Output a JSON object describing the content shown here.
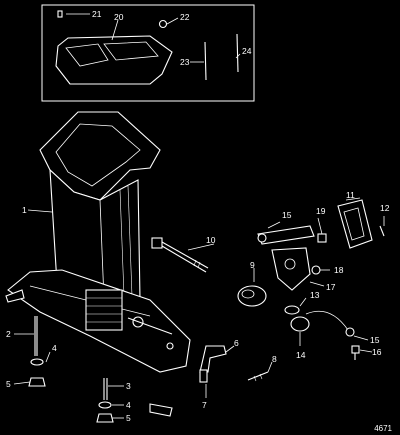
{
  "figure_number": "4671",
  "colors": {
    "background": "#000000",
    "line": "#ffffff"
  },
  "callouts": [
    "1",
    "2",
    "3",
    "4",
    "5",
    "6",
    "7",
    "8",
    "9",
    "10",
    "11",
    "12",
    "13",
    "14",
    "15",
    "16",
    "17",
    "18",
    "19",
    "20",
    "21",
    "22",
    "23",
    "24"
  ],
  "parts": [
    {
      "ref": "1",
      "kind": "driveshaft-housing"
    },
    {
      "ref": "2",
      "kind": "stud"
    },
    {
      "ref": "3",
      "kind": "stud"
    },
    {
      "ref": "4",
      "kind": "washer"
    },
    {
      "ref": "5",
      "kind": "nut"
    },
    {
      "ref": "6",
      "kind": "hose"
    },
    {
      "ref": "7",
      "kind": "fitting"
    },
    {
      "ref": "8",
      "kind": "screw"
    },
    {
      "ref": "9",
      "kind": "mount"
    },
    {
      "ref": "10",
      "kind": "bolt"
    },
    {
      "ref": "11",
      "kind": "plate"
    },
    {
      "ref": "12",
      "kind": "screw"
    },
    {
      "ref": "13",
      "kind": "washer"
    },
    {
      "ref": "14",
      "kind": "mount"
    },
    {
      "ref": "15",
      "kind": "bracket"
    },
    {
      "ref": "16",
      "kind": "bolt"
    },
    {
      "ref": "17",
      "kind": "bracket"
    },
    {
      "ref": "18",
      "kind": "nut"
    },
    {
      "ref": "19",
      "kind": "bolt"
    },
    {
      "ref": "20",
      "kind": "exhaust-housing"
    },
    {
      "ref": "21",
      "kind": "pin"
    },
    {
      "ref": "22",
      "kind": "nut"
    },
    {
      "ref": "23",
      "kind": "stud"
    },
    {
      "ref": "24",
      "kind": "stud"
    }
  ]
}
